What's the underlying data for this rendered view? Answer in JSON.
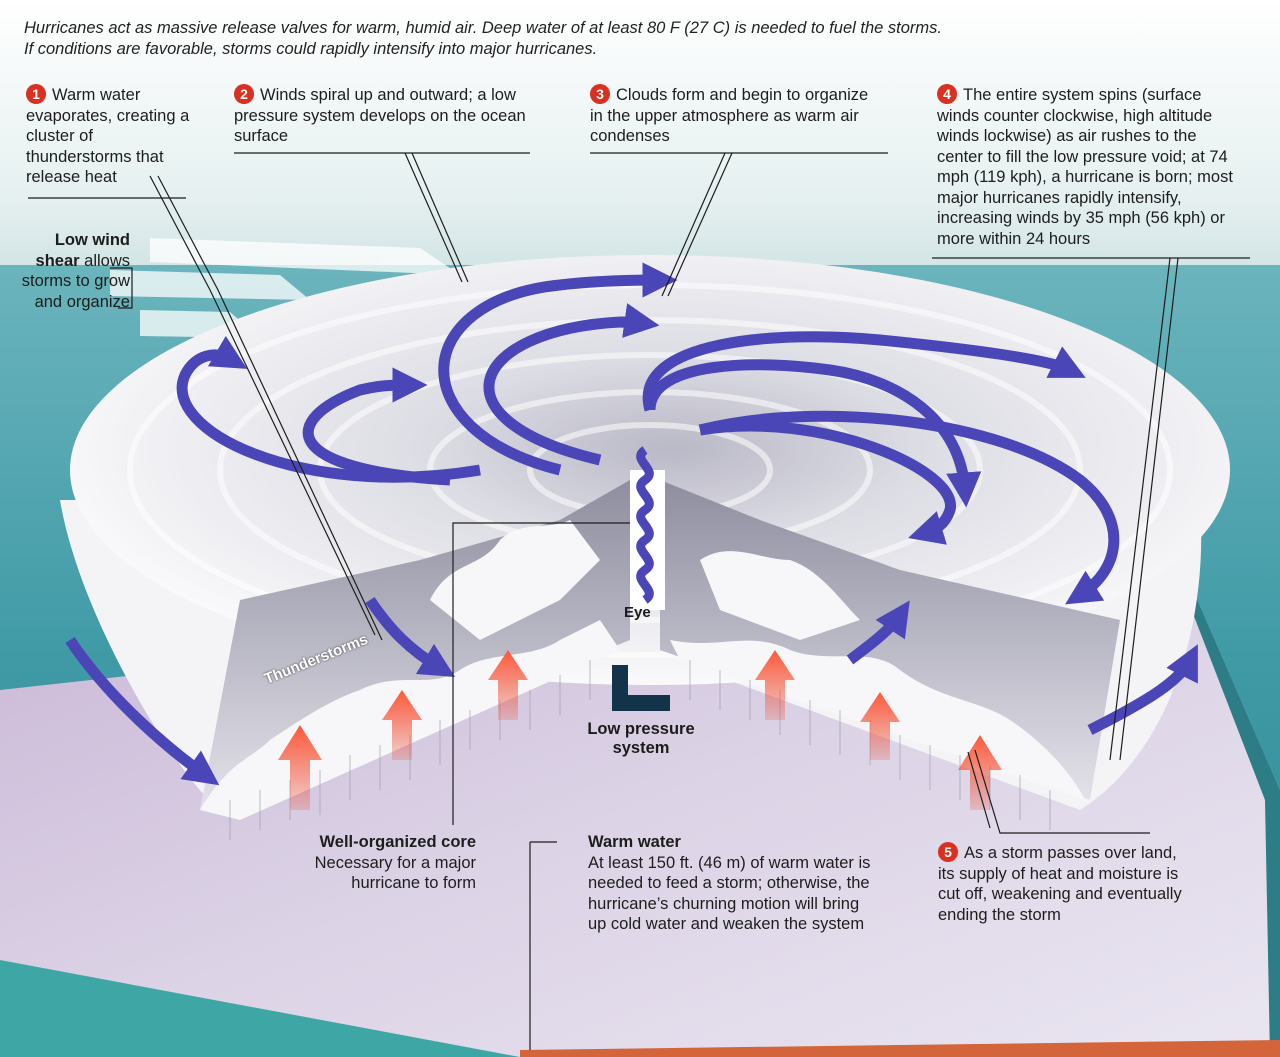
{
  "intro": {
    "line1": "Hurricanes act as massive release valves for warm, humid air. Deep water of at least 80 F (27 C) is needed to fuel the storms.",
    "line2": "If conditions are favorable, storms could rapidly intensify into major hurricanes."
  },
  "steps": [
    {
      "number": "1",
      "text": "Warm water evaporates, creating a cluster of thunderstorms that release heat"
    },
    {
      "number": "2",
      "text": "Winds spiral up and outward; a low pressure system develops on the ocean surface"
    },
    {
      "number": "3",
      "text": "Clouds form and begin to organize in the upper atmosphere as warm air condenses"
    },
    {
      "number": "4",
      "text": "The entire system spins (surface winds counter clockwise, high altitude winds lockwise) as air rushes to the center to fill the low pressure void; at 74 mph (119 kph), a hurricane is born; most major hurricanes rapidly intensify, increasing winds by 35 mph (56 kph) or more within 24 hours"
    },
    {
      "number": "5",
      "text": "As a storm passes over land, its supply of heat and moisture is cut off, weakening and eventually ending the storm"
    }
  ],
  "shear": {
    "bold": "Low wind shear",
    "rest": "allows storms to grow and organize"
  },
  "labels": {
    "eye": "Eye",
    "thunderstorms": "Thunderstorms",
    "low_pressure": "Low pressure system",
    "low_pressure_symbol": "L"
  },
  "core": {
    "title": "Well-organized core",
    "text": "Necessary for a major hurricane to form"
  },
  "warm_water": {
    "title": "Warm water",
    "text": "At least 150 ft. (46 m) of warm water is needed to feed a storm; otherwise, the hurricane’s churning motion will bring up cold water and weaken the system"
  },
  "colors": {
    "ocean": "#3f9aa6",
    "cloud": "#e9e9ee",
    "arrow_blue": "#4b46b8",
    "arrow_red": "#e8452b",
    "badge_red": "#d9301f",
    "symbol": "#13334a"
  }
}
